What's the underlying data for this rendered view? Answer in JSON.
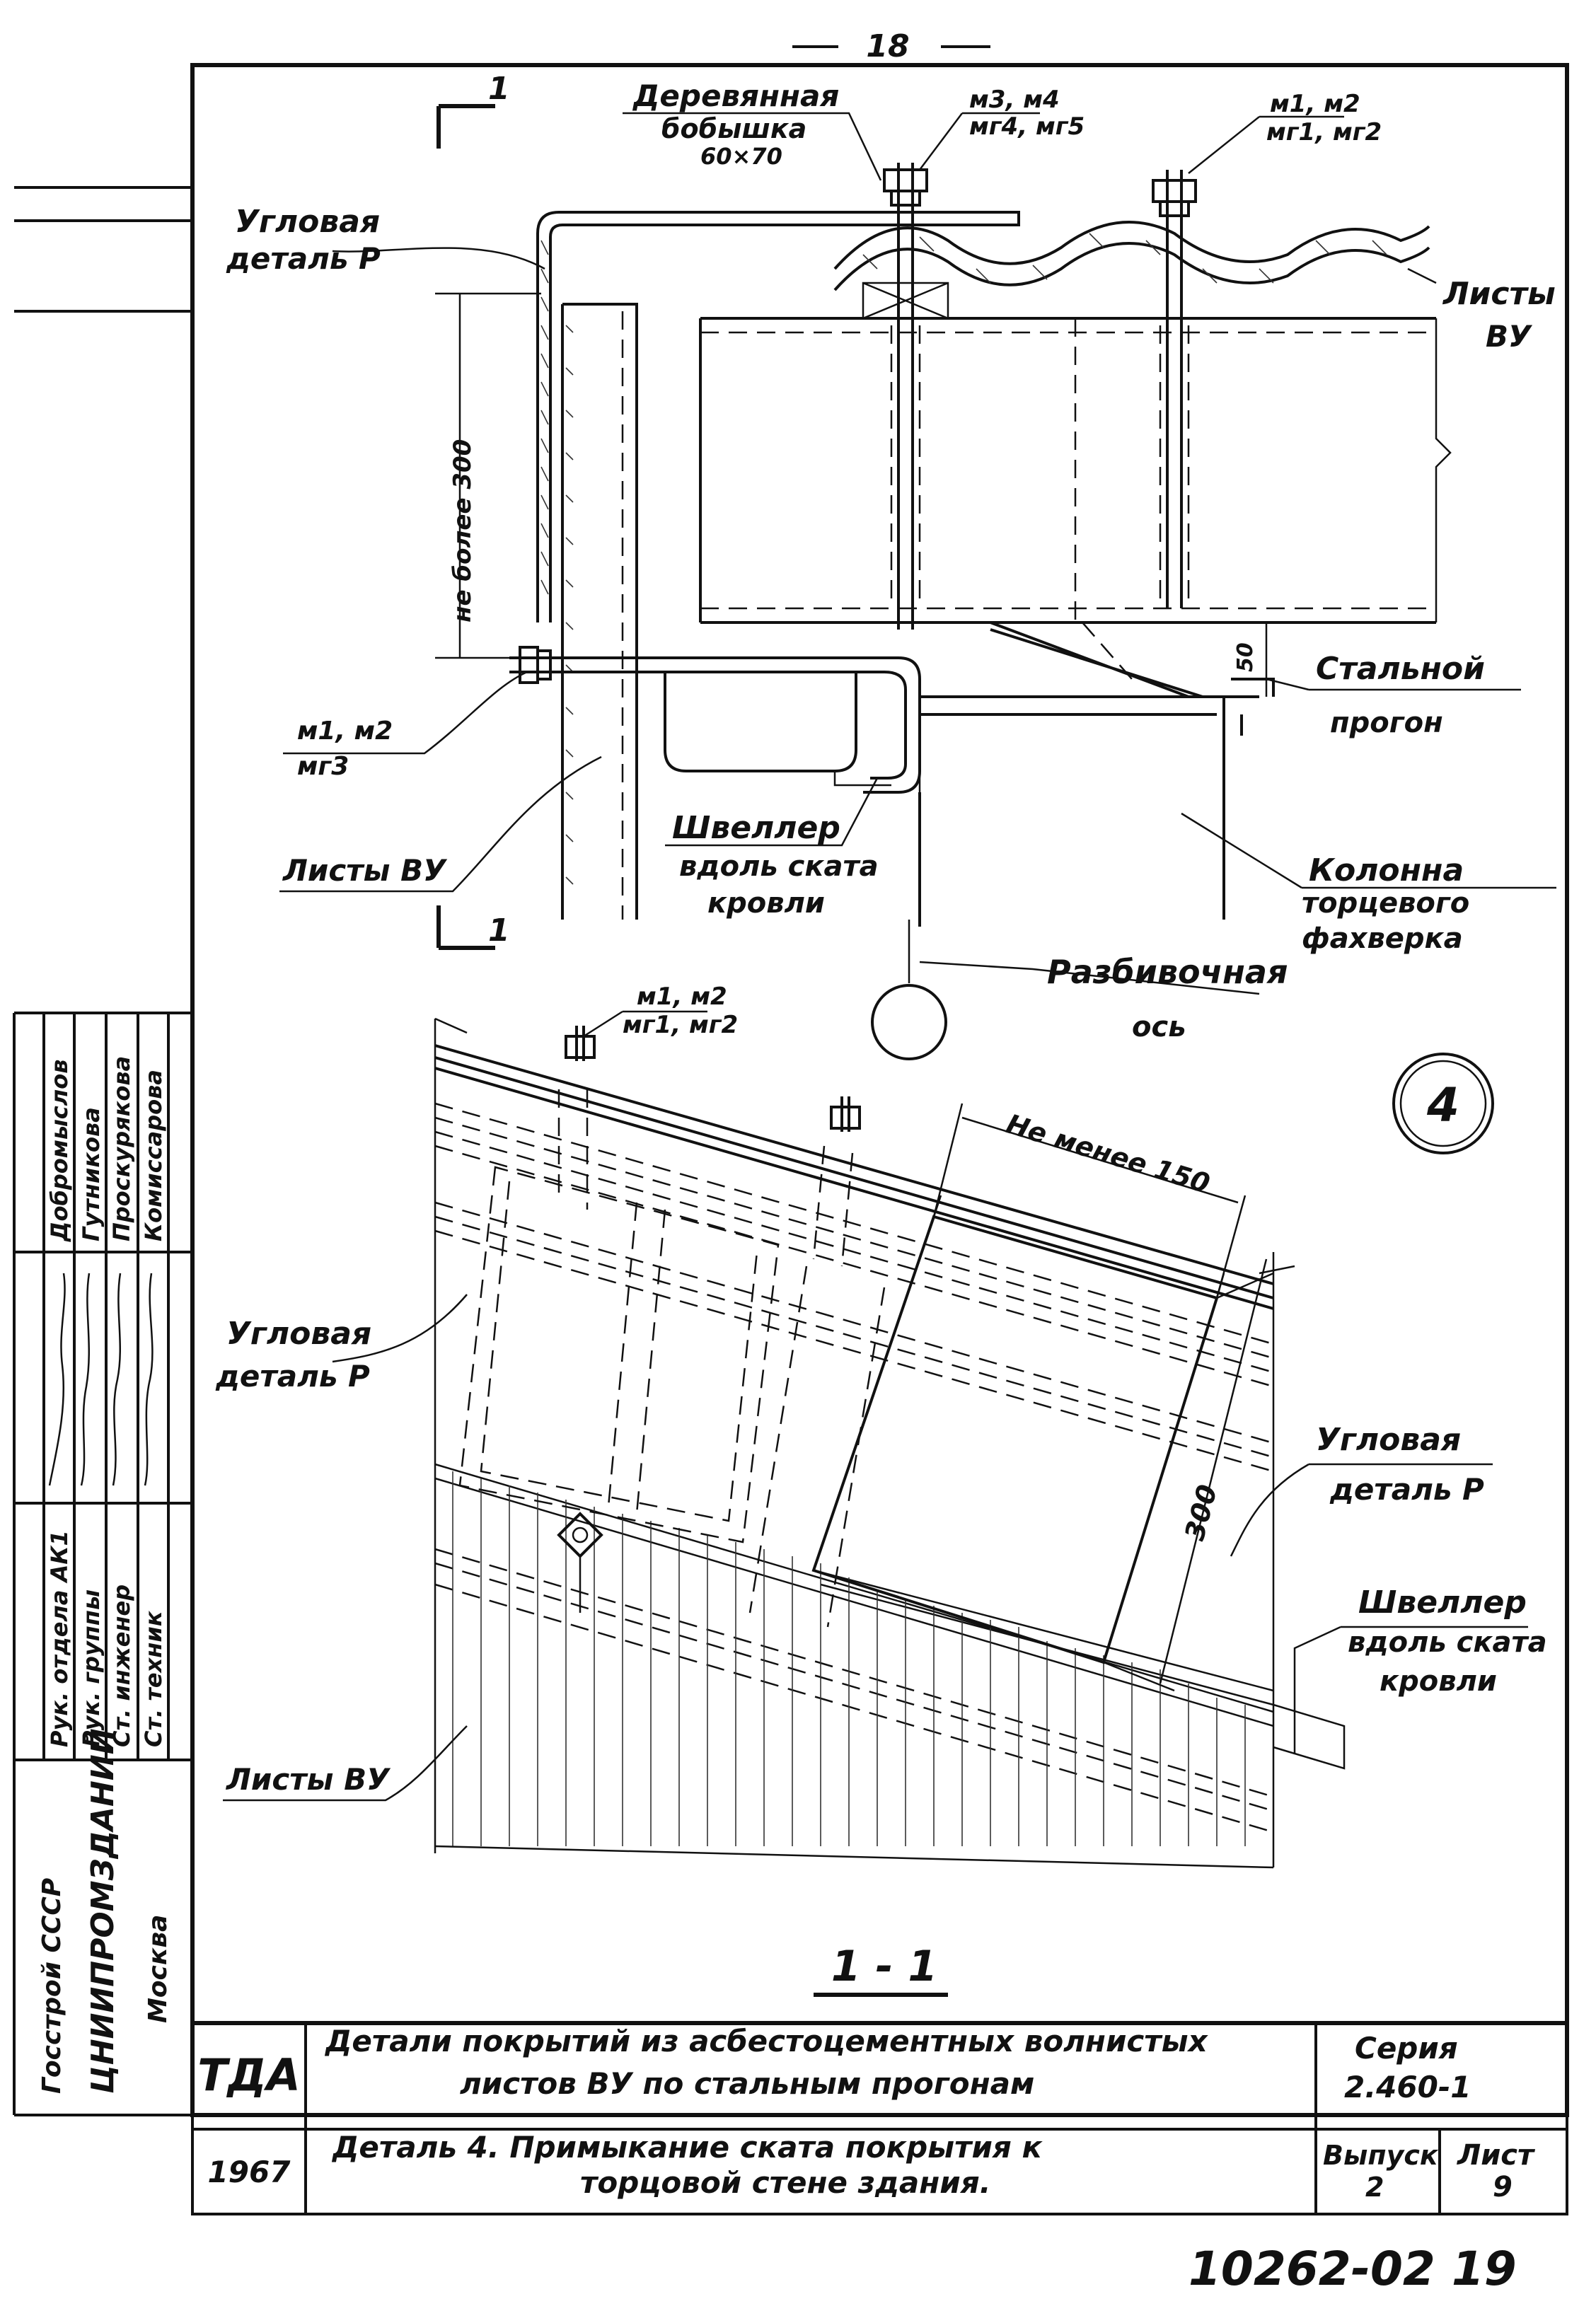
{
  "page_number": "18",
  "section_mark": "1",
  "section_title": "1 - 1",
  "detail_number": "4",
  "top_view": {
    "wood_block_1": "Деревянная",
    "wood_block_2": "бобышка",
    "wood_block_3": "60×70",
    "bolts_m3_1": "м3, м4",
    "bolts_m3_2": "мг4, мг5",
    "bolts_m1_1": "м1, м2",
    "bolts_m1_2": "мг1, мг2",
    "corner_1": "Угловая",
    "corner_2": "деталь Р",
    "sheets_vu_1": "Листы",
    "sheets_vu_2": "ВУ",
    "dim_300": "не более 300",
    "steel_purlin_1": "Стальной",
    "steel_purlin_2": "прогон",
    "dim_50": "50",
    "bolts_left_1": "м1, м2",
    "bolts_left_2": "мг3",
    "channel_1": "Швеллер",
    "channel_2": "вдоль ската",
    "channel_3": "кровли",
    "sheets_left": "Листы ВУ",
    "column_1": "Колонна",
    "column_2": "торцевого",
    "column_3": "фахверка",
    "axis_1": "Разбивочная",
    "axis_2": "ось"
  },
  "bottom_view": {
    "bolts_1": "м1, м2",
    "bolts_2": "мг1, мг2",
    "min_150": "Не менее 150",
    "corner_left_1": "Угловая",
    "corner_left_2": "деталь Р",
    "corner_right_1": "Угловая",
    "corner_right_2": "деталь Р",
    "dim_300": "300",
    "channel_1": "Швеллер",
    "channel_2": "вдоль ската",
    "channel_3": "кровли",
    "sheets": "Листы ВУ"
  },
  "stamp_side": {
    "roles": [
      "Рук. отдела АК1",
      "Рук. группы",
      "Ст. инженер",
      "Ст. техник"
    ],
    "names": [
      "Добромыслов",
      "Гутникова",
      "Проскурякова",
      "Комиссарова"
    ],
    "org_1": "Госстрой СССР",
    "org_2": "ЦНИИПРОМЗДАНИЙ",
    "org_3": "Москва"
  },
  "title_block": {
    "code": "ТДА",
    "title_1": "Детали покрытий из асбестоцементных волнистых",
    "title_2": "листов ВУ по стальным прогонам",
    "year": "1967",
    "detail_1": "Деталь 4.  Примыкание ската покрытия к",
    "detail_2": "торцовой стене здания.",
    "series_label": "Серия",
    "series_value": "2.460-1",
    "issue_label": "Выпуск",
    "issue_value": "2",
    "sheet_label": "Лист",
    "sheet_value": "9"
  },
  "doc_number": "10262-02  19"
}
